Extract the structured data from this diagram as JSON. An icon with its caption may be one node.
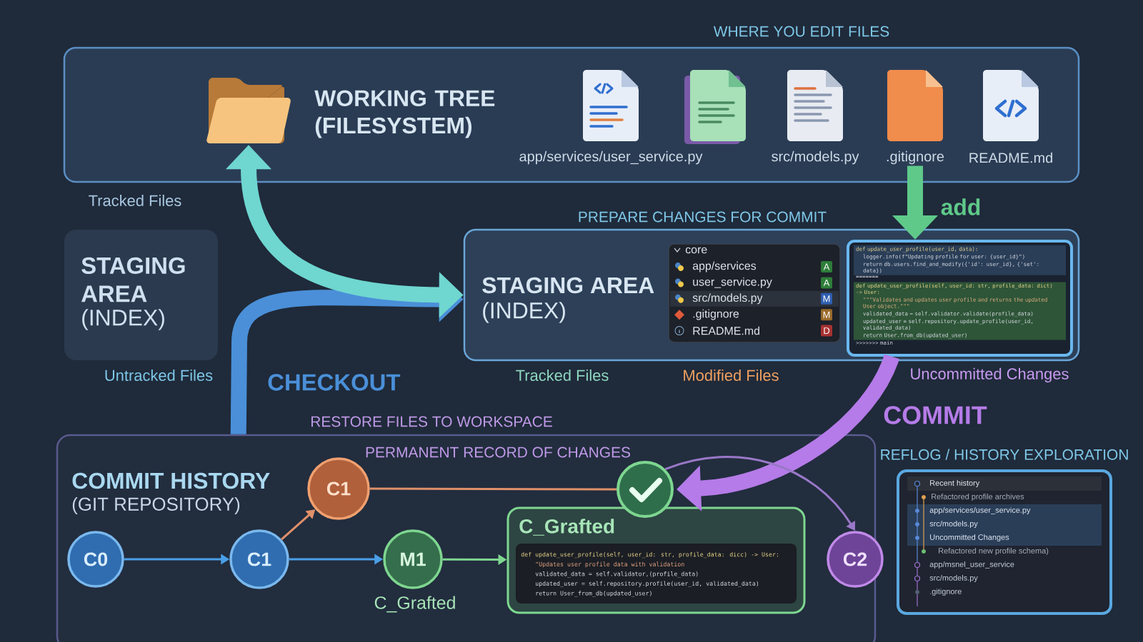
{
  "diagram": {
    "nodes": [
      {
        "text": [
          "WHERE YOU EDIT FILES",
          "WORKING TREE (FILESYSTEM)"
        ]
      },
      {
        "text": [],
        "shape": "picture",
        "in": 0
      },
      {
        "text": [
          "app/services/user_service.py"
        ],
        "in": 0
      },
      {
        "text": [],
        "shape": "picture",
        "in": 0
      },
      {
        "text": [
          "src/models.py"
        ],
        "in": 0
      },
      {
        "text": [
          ".gitignore"
        ],
        "in": 0
      },
      {
        "text": [
          "README.md"
        ],
        "in": 0
      },
      {
        "text": [
          "STAGING AREA",
          "(INDEX)"
        ]
      },
      {
        "text": [
          "PREPARE CHANGES FOR COMMIT",
          "STAGING AREA",
          "(INDEX)"
        ]
      },
      {
        "text": [
          "core",
          "app/services",
          "A",
          "user_service.py",
          "A",
          "src/models.py",
          "M",
          ".gitignore",
          "M",
          "README.md",
          "D"
        ],
        "in": 8
      },
      {
        "text": [
          "def update_user_profile(user_id, data):",
          "logger.info(f\"Updating profile for user: {user_id}\")",
          "return db.users.find_and_modify({'id': user_id}, {'set': data})",
          "=======",
          "def update_user_profile(self, user_id: str, profile_data: dict) -> User:",
          "\"\"\"Validates and updates user profile and returns the updated User object.\"\"\"",
          "validated_data = self.validator.validate(profile_data)",
          "updated_user = self.repository.update_profile(user_id, validated_data)",
          "return User.from_db(updated_user)",
          ">>>>>>> main"
        ],
        "in": 8
      },
      {
        "text": [
          "PERMANENT RECORD OF CHANGES",
          "COMMIT HISTORY",
          "(GIT REPOSITORY)"
        ]
      },
      {
        "text": [
          "C0"
        ],
        "in": 11
      },
      {
        "text": [
          "C1"
        ],
        "in": 11
      },
      {
        "text": [
          "C1"
        ],
        "in": 11
      },
      {
        "text": [
          "M1"
        ],
        "in": 11,
        "beside": [
          "C_Grafted"
        ]
      },
      {
        "text": [],
        "shape": "circle",
        "in": 11
      },
      {
        "text": [
          "C_Grafted",
          "def update_user_profile(self, user_id: str, profile_data: dicc) -> User:",
          "\"Updates user profile data with validation",
          "validated_data = self.validator,(profile_data)",
          "updated_user = self.repository.profile(user_id, validated_data)",
          "return User_from_db(updated_user)"
        ],
        "in": 11
      },
      {
        "text": [
          "C2"
        ],
        "in": 11
      },
      {
        "text": [
          "REFLOG / HISTORY EXPLORATION",
          "Recent history",
          "Refactored profile archives",
          "app/services/user_service.py",
          "src/models.py",
          "Uncommitted Changes",
          "Refactored new profile schema)",
          "app/msnel_user_service",
          "src/models.py",
          ".gitignore"
        ]
      }
    ],
    "edges": [
      {
        "from": 5,
        "to": 10,
        "arrow": "to",
        "label": "add",
        "style": "thick",
        "color": "#5fc98a"
      },
      {
        "from": 1,
        "to": 8,
        "arrow": "both",
        "style": "thick",
        "color": "#6fd6d0"
      },
      {
        "from": 11,
        "to": 8,
        "arrow": "to",
        "label": "CHECKOUT",
        "style": "thick",
        "color": "#4a8fd8"
      },
      {
        "from": 10,
        "to": 16,
        "arrow": "to",
        "label": "COMMIT",
        "style": "thick",
        "color": "#b57be8"
      },
      {
        "from": 12,
        "to": 13,
        "arrow": "to",
        "color": "#4aa0e8"
      },
      {
        "from": 13,
        "to": 14,
        "arrow": "to",
        "color": "#e0906a"
      },
      {
        "from": 13,
        "to": 15,
        "arrow": "to",
        "color": "#4aa0e8"
      },
      {
        "from": 15,
        "to": 17,
        "arrow": "to",
        "color": "#7ed690"
      },
      {
        "from": 14,
        "to": 16,
        "arrow": "none",
        "color": "#e0906a"
      },
      {
        "from": 16,
        "to": 18,
        "arrow": "to",
        "color": "#9a78c8"
      }
    ],
    "labels": [
      "Tracked Files",
      "Untracked Files",
      "Tracked Files",
      "Modified Files",
      "Uncommitted Changes",
      "RESTORE FILES TO WORKSPACE"
    ]
  }
}
